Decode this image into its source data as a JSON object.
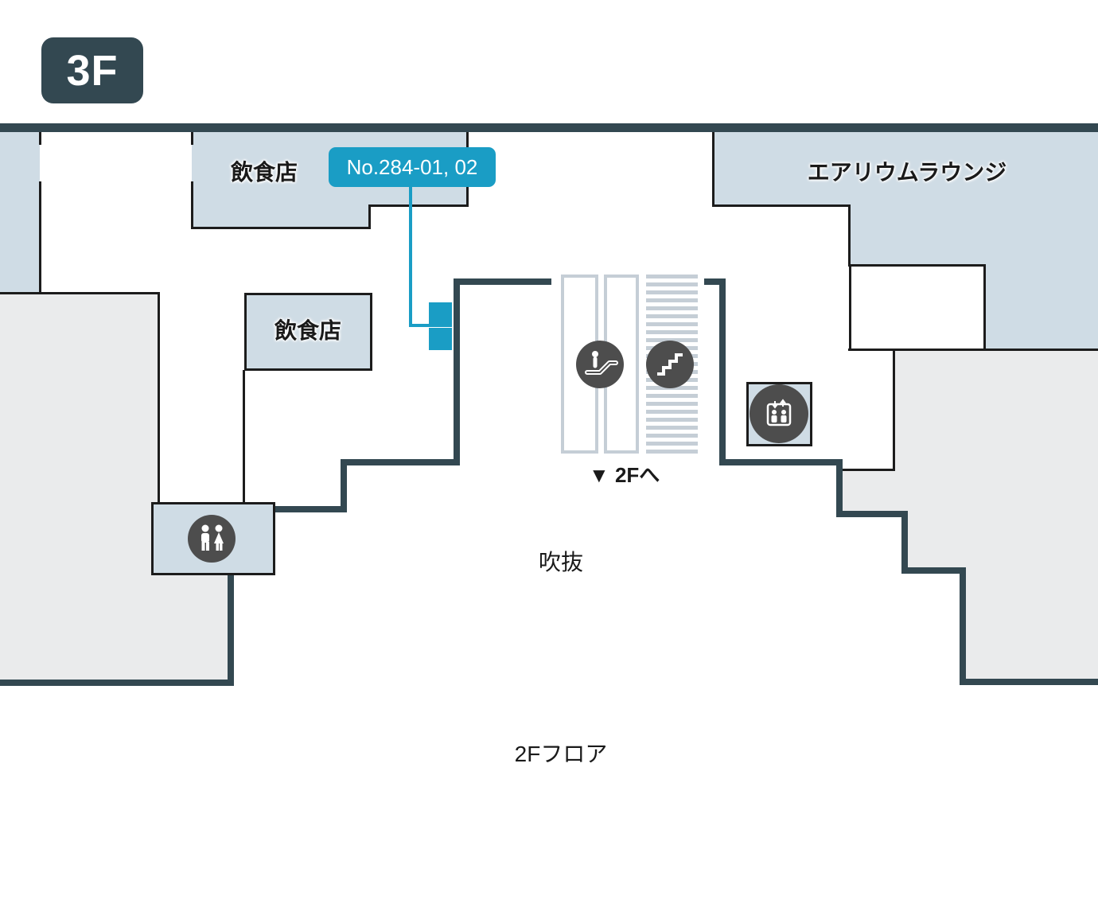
{
  "floor_badge": "3F",
  "labels": {
    "restaurant_top": "飲食店",
    "restaurant_mid": "飲食店",
    "aerium_lounge": "エアリウムラウンジ",
    "callout": "No.284-01, 02",
    "to_2f": "▼ 2Fへ",
    "atrium": "吹抜",
    "floor_2f": "2Fフロア"
  },
  "icons": {
    "escalator": "escalator-icon",
    "stairs": "stairs-icon",
    "elevator": "elevator-icon",
    "restroom": "restroom-icon"
  },
  "colors": {
    "wall_dark": "#334851",
    "room_blue": "#cfdce5",
    "area_gray": "#eaebec",
    "accent_teal": "#1a9dc5",
    "line_black": "#1c1c1c",
    "icon_gray": "#4d4d4d",
    "shaft_gray": "#c5ced6"
  }
}
